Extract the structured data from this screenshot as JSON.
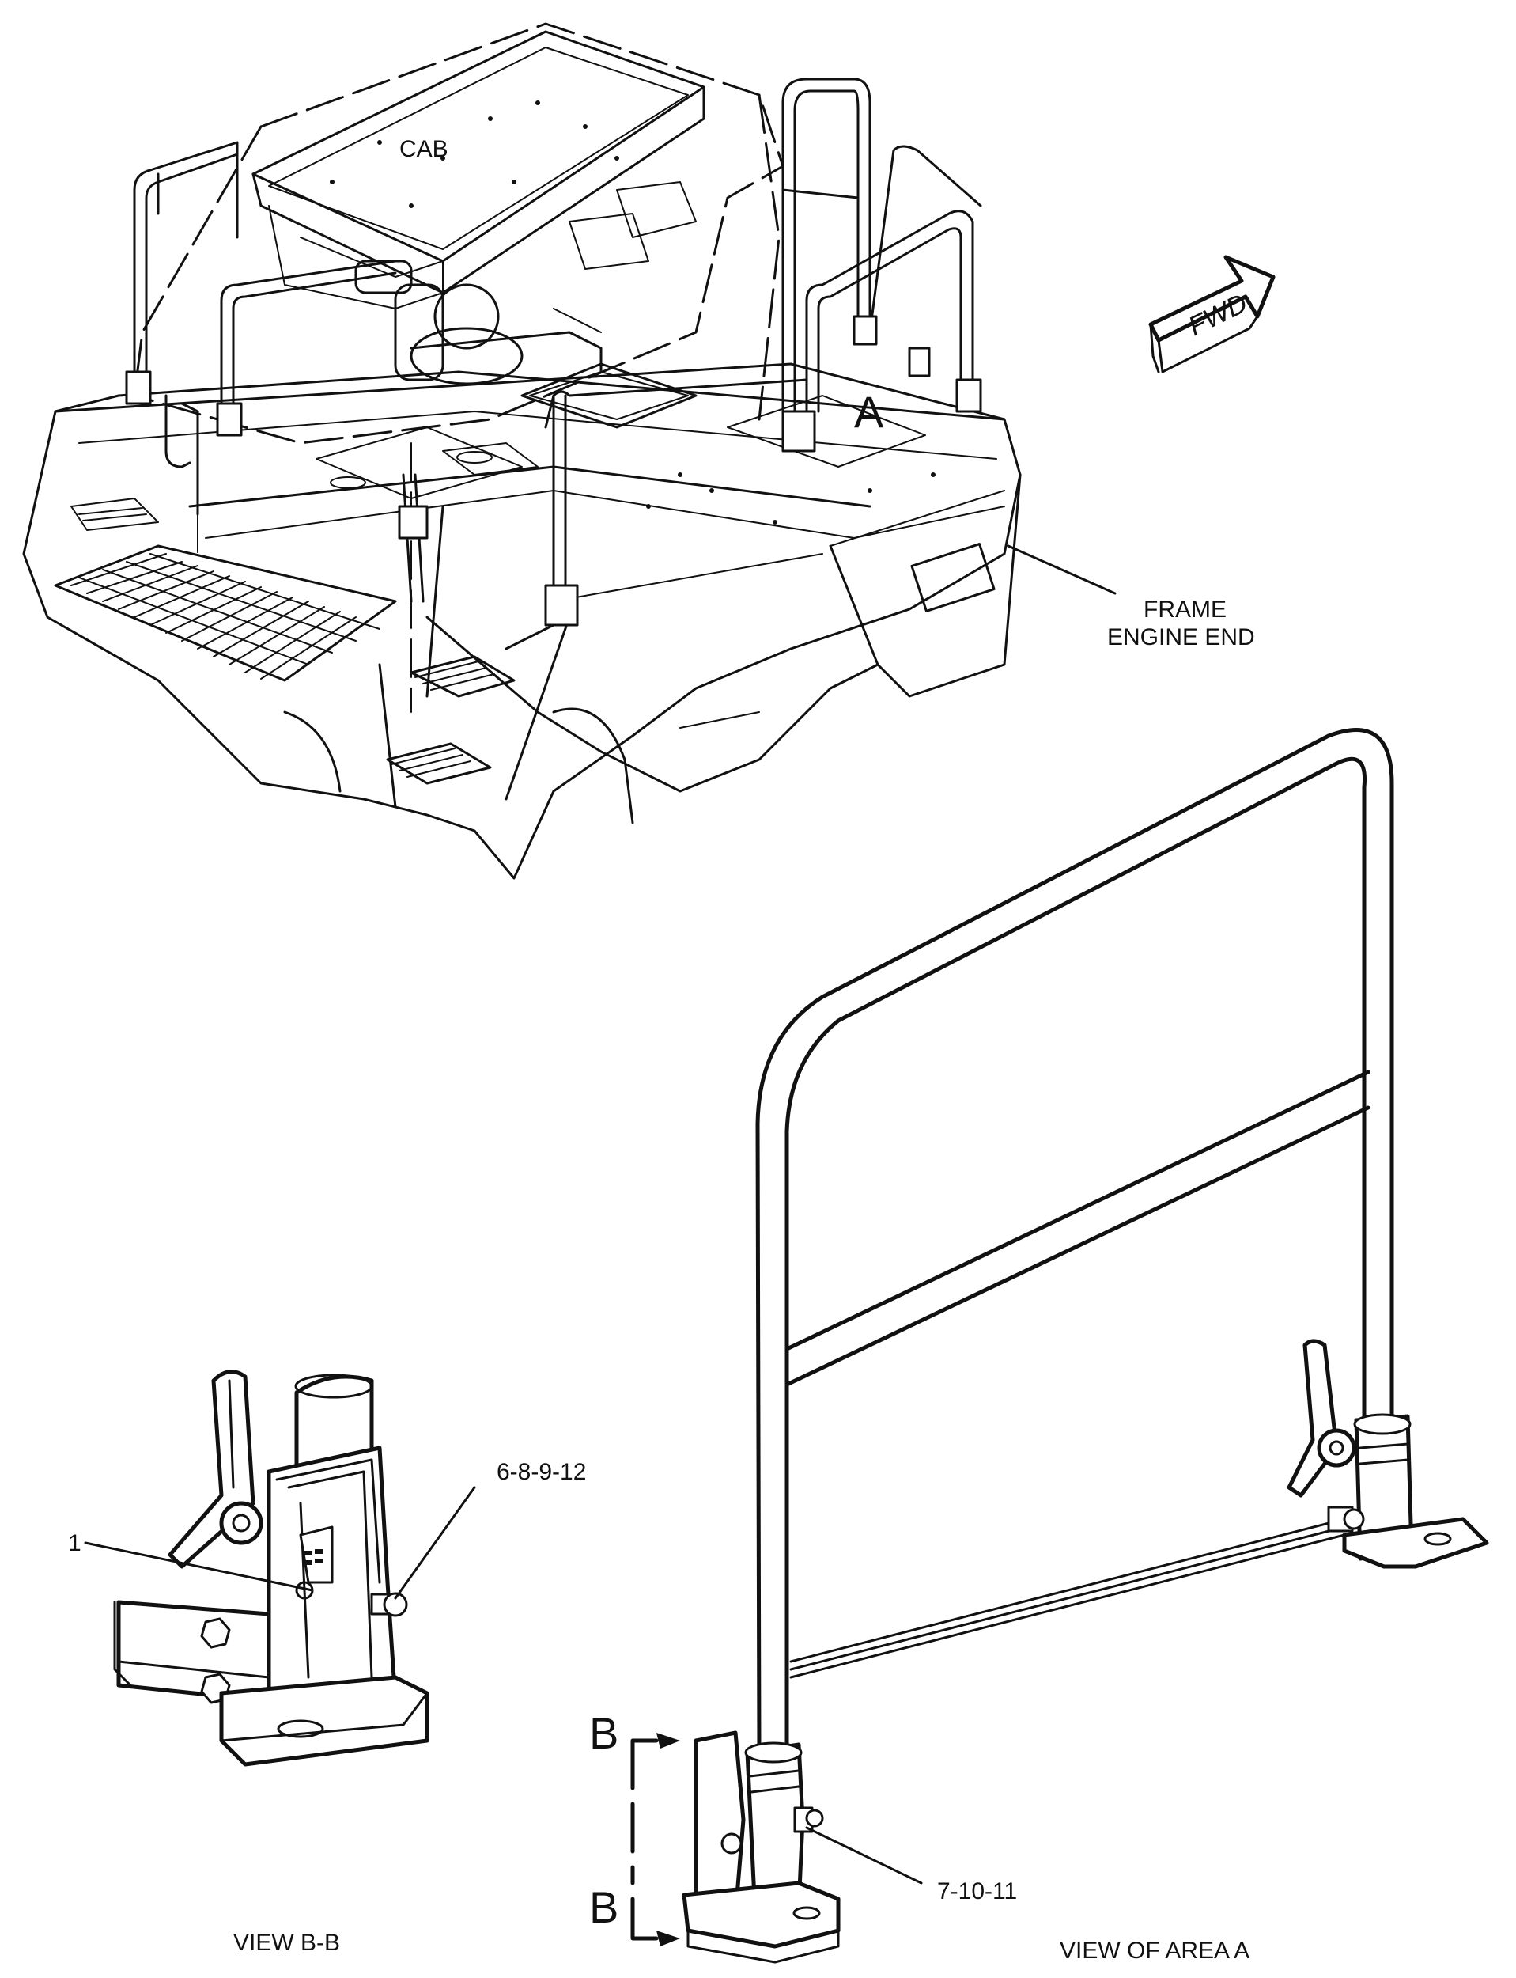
{
  "labels": {
    "cab": "CAB",
    "fwd": "FWD",
    "area_a": "A",
    "frame_line1": "FRAME",
    "frame_line2": "ENGINE END",
    "part_6_8_9_12": "6-8-9-12",
    "part_1": "1",
    "part_7_10_11": "7-10-11",
    "section_b_top": "B",
    "section_b_bottom": "B",
    "view_b_b": "VIEW B-B",
    "view_area_a": "VIEW OF AREA A"
  }
}
